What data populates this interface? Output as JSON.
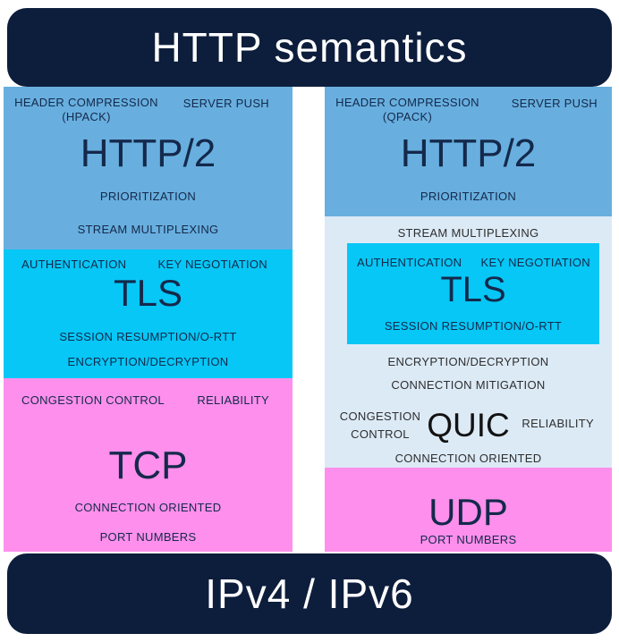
{
  "title": "HTTP semantics",
  "footer": "IPv4 / IPv6",
  "colors": {
    "banner_navy": "#0D1E3C",
    "http2_blue": "#68AFDF",
    "tls_cyan": "#06C7F6",
    "transport_pink": "#FE8FEC",
    "quic_pale_blue": "#DCEAF6",
    "text_navy": "#14294B",
    "text_dark": "#2E2E2E",
    "banner_text": "#FFFFFF"
  },
  "left": {
    "http2": {
      "name": "HTTP/2",
      "header_compression": "HEADER COMPRESSION",
      "codec": "(HPACK)",
      "server_push": "SERVER PUSH",
      "prioritization": "PRIORITIZATION",
      "stream_multiplexing": "STREAM MULTIPLEXING"
    },
    "tls": {
      "name": "TLS",
      "authentication": "AUTHENTICATION",
      "key_negotiation": "KEY NEGOTIATION",
      "session_resumption": "SESSION RESUMPTION/O-RTT",
      "encryption": "ENCRYPTION/DECRYPTION"
    },
    "tcp": {
      "name": "TCP",
      "congestion_control": "CONGESTION CONTROL",
      "reliability": "RELIABILITY",
      "connection_oriented": "CONNECTION ORIENTED",
      "port_numbers": "PORT NUMBERS"
    }
  },
  "right": {
    "http2": {
      "name": "HTTP/2",
      "header_compression": "HEADER COMPRESSION",
      "codec": "(QPACK)",
      "server_push": "SERVER PUSH",
      "prioritization": "PRIORITIZATION"
    },
    "quic": {
      "name": "QUIC",
      "stream_multiplexing": "STREAM MULTIPLEXING",
      "encryption": "ENCRYPTION/DECRYPTION",
      "connection_mitigation": "CONNECTION MITIGATION",
      "congestion_line1": "CONGESTION",
      "congestion_line2": "CONTROL",
      "reliability": "RELIABILITY",
      "connection_oriented": "CONNECTION ORIENTED",
      "tls": {
        "name": "TLS",
        "authentication": "AUTHENTICATION",
        "key_negotiation": "KEY NEGOTIATION",
        "session_resumption": "SESSION RESUMPTION/O-RTT"
      }
    },
    "udp": {
      "name": "UDP",
      "port_numbers": "PORT NUMBERS"
    }
  }
}
